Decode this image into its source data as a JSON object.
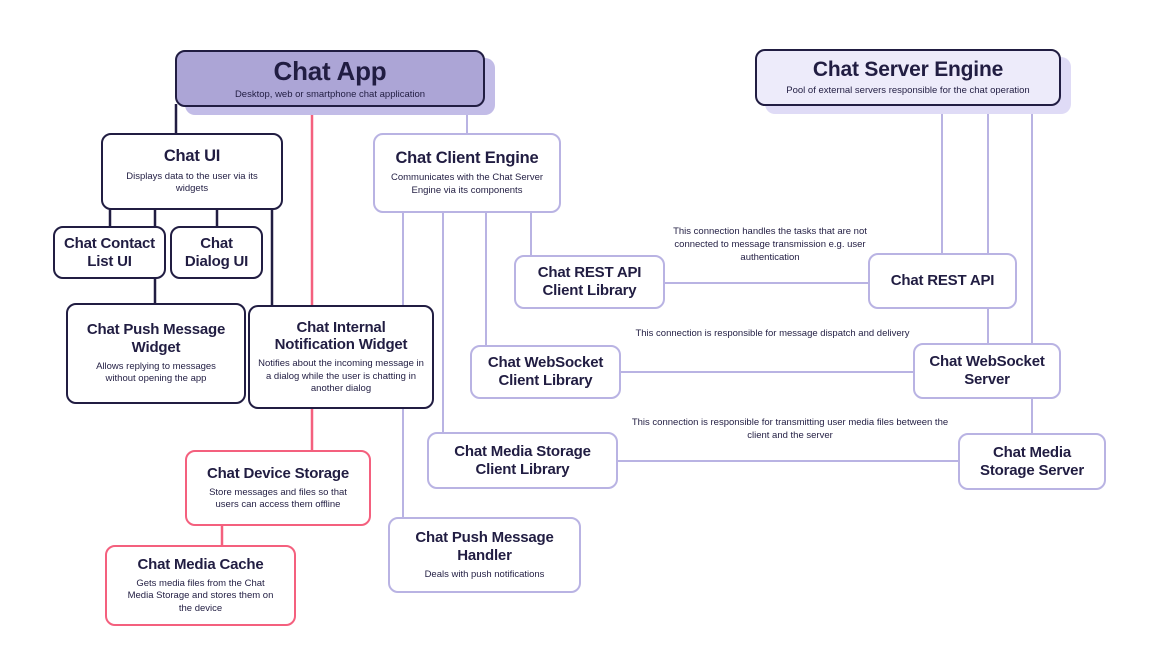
{
  "diagram": {
    "nodes": {
      "chat_app": {
        "title": "Chat App",
        "subtitle": "Desktop, web or smartphone chat application"
      },
      "chat_server_engine": {
        "title": "Chat Server Engine",
        "subtitle": "Pool of external servers responsible for the chat operation"
      },
      "chat_ui": {
        "title": "Chat UI",
        "subtitle": "Displays data to the user via its widgets"
      },
      "chat_client_engine": {
        "title": "Chat Client Engine",
        "subtitle": "Communicates with the Chat Server Engine via its components"
      },
      "chat_contact_list_ui": {
        "title": "Chat Contact List UI"
      },
      "chat_dialog_ui": {
        "title": "Chat Dialog UI"
      },
      "chat_push_message_widget": {
        "title": "Chat Push Message Widget",
        "subtitle": "Allows replying to messages without opening the app"
      },
      "chat_internal_notification_widget": {
        "title": "Chat Internal Notification Widget",
        "subtitle": "Notifies about the incoming message in a dialog while the user is chatting in another dialog"
      },
      "chat_rest_api_client_library": {
        "title": "Chat REST API Client Library"
      },
      "chat_websocket_client_library": {
        "title": "Chat WebSocket Client Library"
      },
      "chat_media_storage_client_library": {
        "title": "Chat Media Storage Client Library"
      },
      "chat_push_message_handler": {
        "title": "Chat Push Message Handler",
        "subtitle": "Deals with push notifications"
      },
      "chat_rest_api": {
        "title": "Chat REST API"
      },
      "chat_websocket_server": {
        "title": "Chat WebSocket Server"
      },
      "chat_media_storage_server": {
        "title": "Chat Media Storage Server"
      },
      "chat_device_storage": {
        "title": "Chat Device Storage",
        "subtitle": "Store messages and files so that users can access them offline"
      },
      "chat_media_cache": {
        "title": "Chat Media Cache",
        "subtitle": "Gets media files from the Chat Media Storage and stores them on the device"
      }
    },
    "annotations": {
      "rest_api": "This connection handles the tasks that are not connected to message transmission e.g. user authentication",
      "websocket": "This connection is responsible for message dispatch and delivery",
      "media": "This connection is responsible for transmitting user media files between the client and the server"
    },
    "edges": [
      {
        "from": "chat_app",
        "to": "chat_ui",
        "color": "navy"
      },
      {
        "from": "chat_app",
        "to": "chat_device_storage",
        "color": "pink"
      },
      {
        "from": "chat_app",
        "to": "chat_client_engine",
        "color": "lavender"
      },
      {
        "from": "chat_ui",
        "to": "chat_contact_list_ui",
        "color": "navy"
      },
      {
        "from": "chat_ui",
        "to": "chat_push_message_widget",
        "color": "navy"
      },
      {
        "from": "chat_ui",
        "to": "chat_dialog_ui",
        "color": "navy"
      },
      {
        "from": "chat_ui",
        "to": "chat_internal_notification_widget",
        "color": "navy"
      },
      {
        "from": "chat_device_storage",
        "to": "chat_media_cache",
        "color": "pink"
      },
      {
        "from": "chat_client_engine",
        "to": "chat_push_message_handler",
        "color": "lavender"
      },
      {
        "from": "chat_client_engine",
        "to": "chat_media_storage_client_library",
        "color": "lavender"
      },
      {
        "from": "chat_client_engine",
        "to": "chat_websocket_client_library",
        "color": "lavender"
      },
      {
        "from": "chat_client_engine",
        "to": "chat_rest_api_client_library",
        "color": "lavender"
      },
      {
        "from": "chat_server_engine",
        "to": "chat_rest_api",
        "color": "lavender"
      },
      {
        "from": "chat_server_engine",
        "to": "chat_websocket_server",
        "color": "lavender"
      },
      {
        "from": "chat_server_engine",
        "to": "chat_media_storage_server",
        "color": "lavender"
      },
      {
        "from": "chat_rest_api_client_library",
        "to": "chat_rest_api",
        "color": "lavender"
      },
      {
        "from": "chat_websocket_client_library",
        "to": "chat_websocket_server",
        "color": "lavender"
      },
      {
        "from": "chat_media_storage_client_library",
        "to": "chat_media_storage_server",
        "color": "lavender"
      }
    ],
    "colors": {
      "navy": "#211d42",
      "lavender": "#b9b3e3",
      "pink": "#f4607e",
      "app_fill": "#aca5d6",
      "app_shadow": "#c2bce7",
      "server_fill": "#edebfa",
      "server_shadow": "#dfdbf6"
    }
  }
}
